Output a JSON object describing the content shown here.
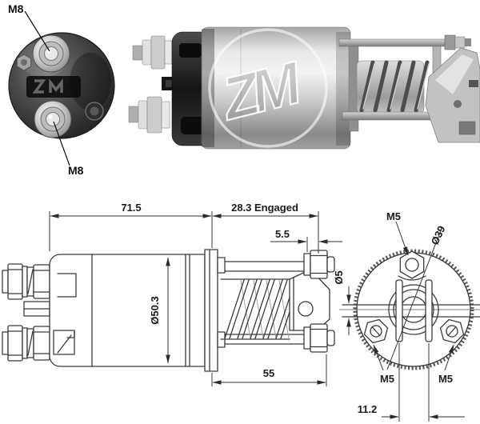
{
  "product": {
    "watermark": "ZM"
  },
  "photo_end_view": {
    "label_top": "M8",
    "label_bottom": "M8"
  },
  "drawing_side_view": {
    "dim_total_length": "71.5",
    "dim_engaged": "28.3 Engaged",
    "dim_stud_protrusion": "5.5",
    "dim_body_diameter": "Ø50.3",
    "dim_bracket_length": "55"
  },
  "drawing_end_view": {
    "dim_pin_diameter": "Ø5",
    "dim_bolt_circle": "Ø39",
    "label_stud_top": "M5",
    "label_stud_bottom_left": "M5",
    "label_stud_bottom_right": "M5",
    "dim_slot_width": "11.2"
  },
  "colors": {
    "background": "#ffffff",
    "drawing_line": "#3a3a3a",
    "text": "#1b1b1b",
    "photo_dark": "#1c1c1c",
    "photo_metal": "#cfcfcf"
  }
}
